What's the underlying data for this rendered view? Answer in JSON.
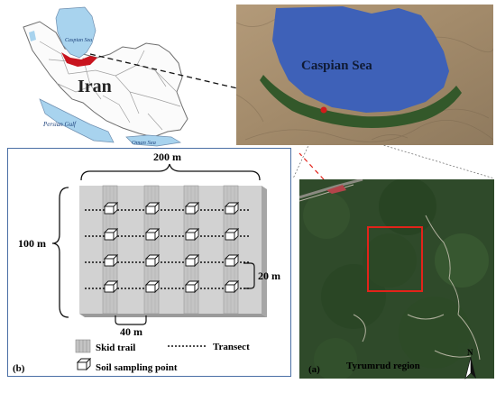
{
  "map_labels": {
    "iran": "Iran",
    "caspian_small": "Caspian Sea",
    "persian_gulf": "Persian Gulf",
    "oman_sea": "Oman Sea",
    "caspian_large": "Caspian Sea",
    "region": "Tyrumrud region",
    "panel_a": "(a)",
    "north": "N"
  },
  "diagram": {
    "panel_b": "(b)",
    "width_label": "200 m",
    "height_label": "100 m",
    "transect_spacing": "20 m",
    "trail_spacing": "40 m",
    "skid_trail_count": 4,
    "transect_count": 4,
    "points_per_transect": 4
  },
  "legend": {
    "skid_trail": "Skid trail",
    "transect": "Transect",
    "soil_point": "Soil sampling point"
  },
  "colors": {
    "caspian_blue": "#3e61b8",
    "caspian_light": "#a8d3ee",
    "study_area_red": "#c8141e",
    "forest_green": "#33582a",
    "frame_blue": "#4a6fa5",
    "highlight_red": "#e2231a"
  }
}
